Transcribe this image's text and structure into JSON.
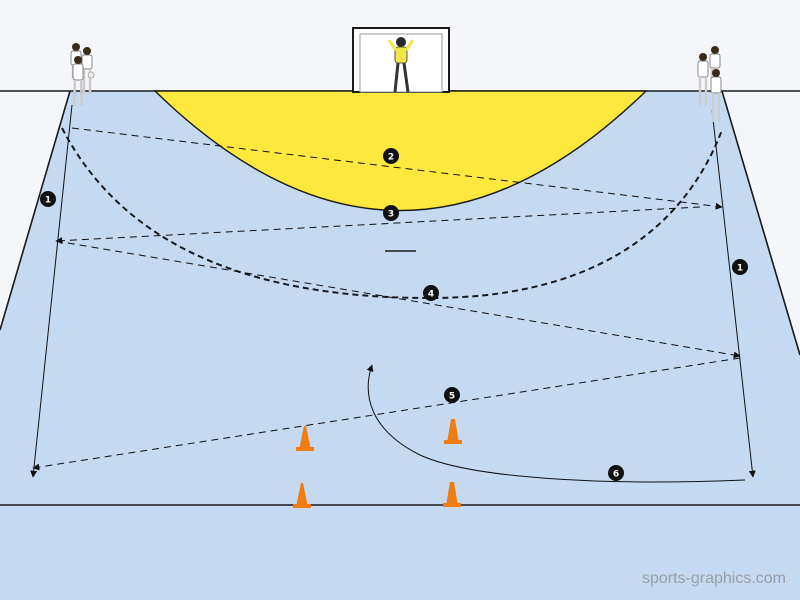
{
  "colors": {
    "court": "#c5d9f1",
    "goal_area": "#ffe83d",
    "cone": "#f07c12",
    "goalkeeper": "#f2e64a",
    "player": "#ffffff",
    "line": "#1a1a1a",
    "marker": "#111111"
  },
  "markers": [
    {
      "id": "m1-left",
      "label": "1"
    },
    {
      "id": "m1-right",
      "label": "1"
    },
    {
      "id": "m2",
      "label": "2"
    },
    {
      "id": "m3",
      "label": "3"
    },
    {
      "id": "m4",
      "label": "4"
    },
    {
      "id": "m5",
      "label": "5"
    },
    {
      "id": "m6",
      "label": "6"
    }
  ],
  "cones_count": 4,
  "icons": [
    "goal-icon",
    "goalkeeper-icon",
    "player-group-icon",
    "cone-icon"
  ],
  "watermark": "sports-graphics.com"
}
